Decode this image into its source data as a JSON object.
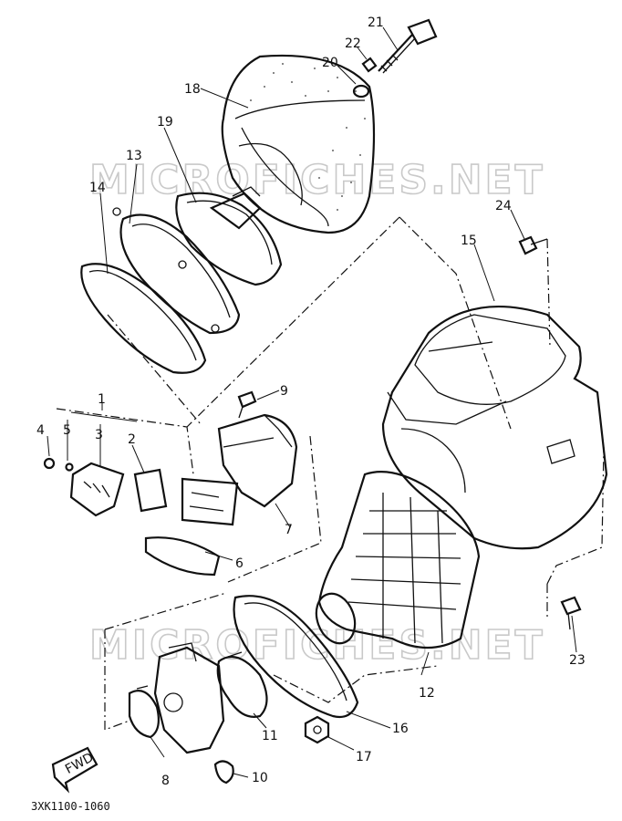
{
  "diagram": {
    "watermark": "MICROFICHES.NET",
    "part_code": "3XK1100-1060",
    "fwd_label": "FWD",
    "labels": [
      "1",
      "2",
      "3",
      "4",
      "5",
      "6",
      "7",
      "8",
      "9",
      "10",
      "11",
      "12",
      "13",
      "14",
      "15",
      "16",
      "17",
      "18",
      "19",
      "20",
      "21",
      "22",
      "23",
      "24"
    ]
  }
}
